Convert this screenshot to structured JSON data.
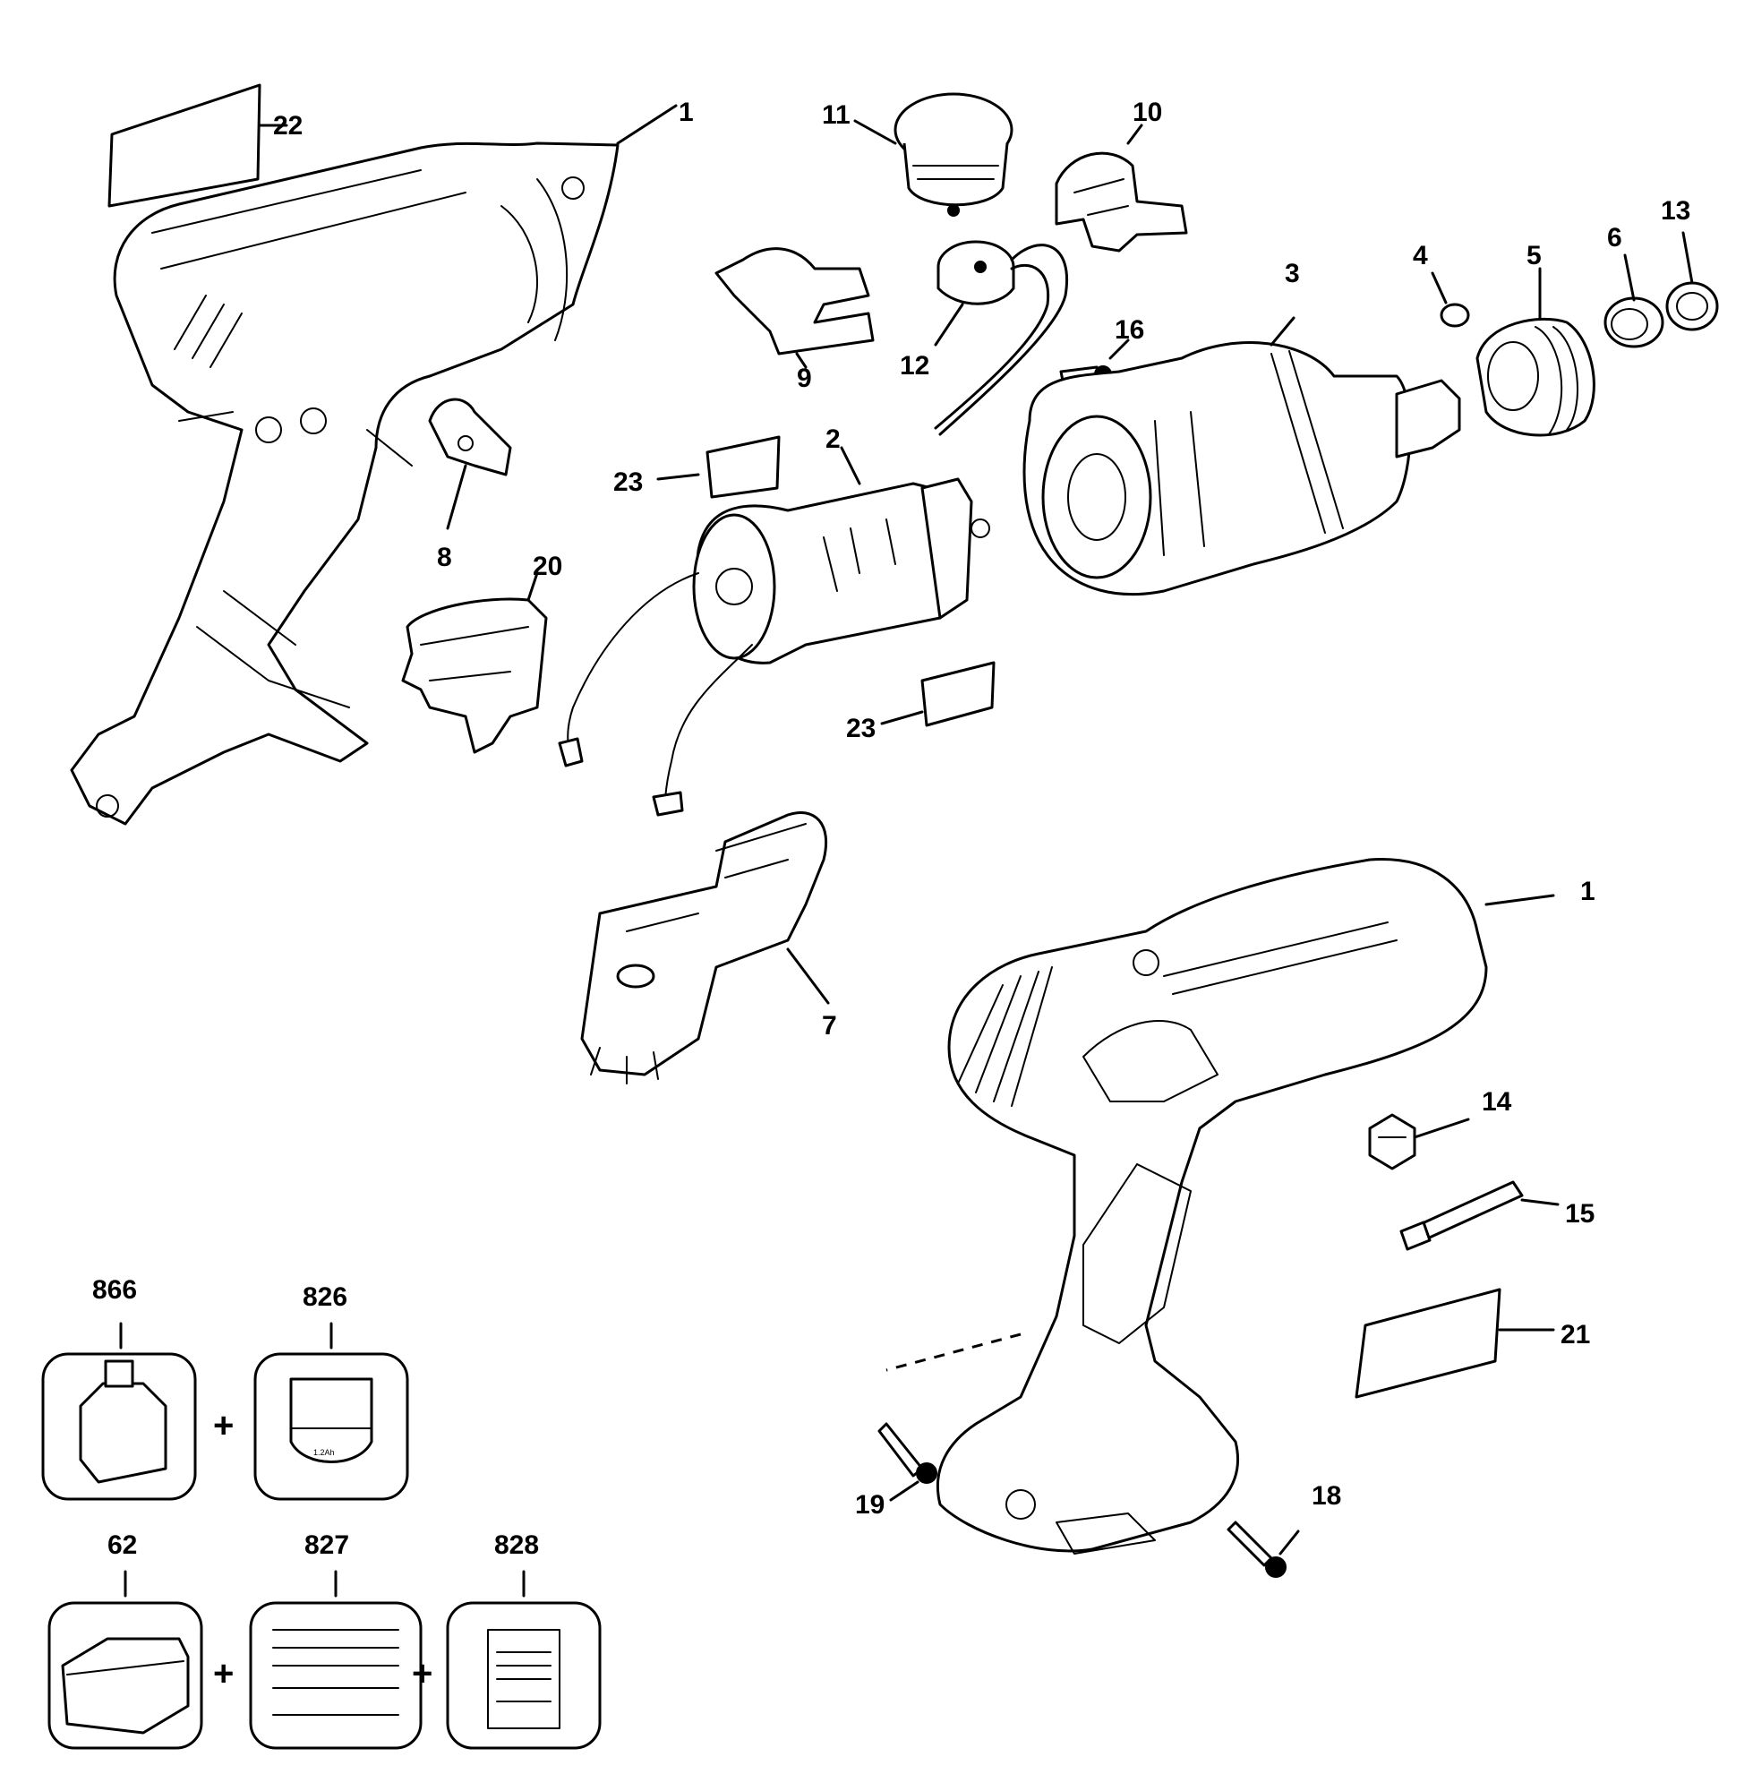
{
  "labels": {
    "p1a": "1",
    "p1b": "1",
    "p2": "2",
    "p3": "3",
    "p4": "4",
    "p5": "5",
    "p6": "6",
    "p7": "7",
    "p8": "8",
    "p9": "9",
    "p10": "10",
    "p11": "11",
    "p12": "12",
    "p13": "13",
    "p14": "14",
    "p15": "15",
    "p16": "16",
    "p18": "18",
    "p19": "19",
    "p20": "20",
    "p21": "21",
    "p22": "22",
    "p23a": "23",
    "p23b": "23",
    "k866": "866",
    "k826": "826",
    "k62": "62",
    "k827": "827",
    "k828": "828"
  },
  "kit_signs": {
    "plus1": "+",
    "plus2": "+",
    "plus3": "+"
  },
  "badge_text": {
    "battery_label_voltage": "1.2Ah"
  }
}
